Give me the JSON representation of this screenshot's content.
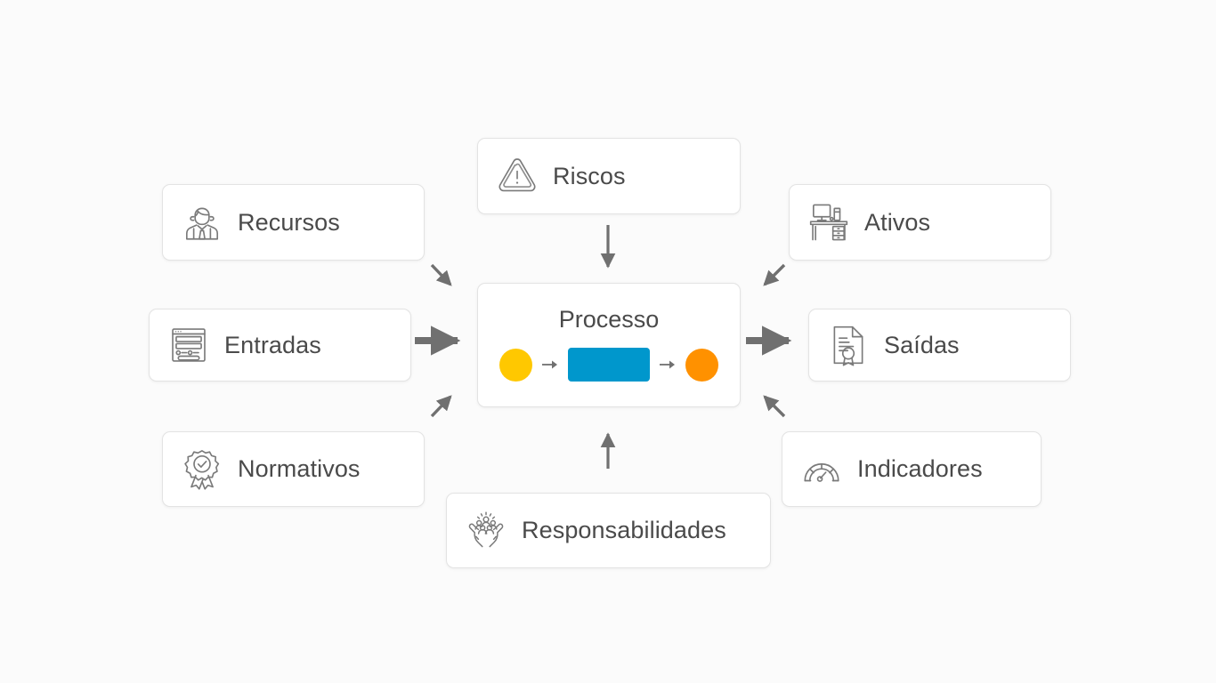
{
  "diagram": {
    "title": "Processo",
    "background_color": "#fbfbfb",
    "card_border_color": "#e3e3e3",
    "label_color": "#4a4a4a",
    "icon_color": "#7a7a7a",
    "arrow_color": "#707070"
  },
  "process": {
    "title": "Processo",
    "flow": {
      "start_color": "#ffc800",
      "task_color": "#0097cc",
      "end_color": "#ff9100"
    }
  },
  "cards": [
    {
      "id": "recursos",
      "label": "Recursos",
      "icon": "businessman-icon"
    },
    {
      "id": "entradas",
      "label": "Entradas",
      "icon": "form-window-icon"
    },
    {
      "id": "normativos",
      "label": "Normativos",
      "icon": "award-ribbon-check-icon"
    },
    {
      "id": "riscos",
      "label": "Riscos",
      "icon": "warning-triangle-icon"
    },
    {
      "id": "responsabilidades",
      "label": "Responsabilidades",
      "icon": "hands-holding-people-icon"
    },
    {
      "id": "ativos",
      "label": "Ativos",
      "icon": "desk-workstation-icon"
    },
    {
      "id": "saidas",
      "label": "Saídas",
      "icon": "certificate-document-icon"
    },
    {
      "id": "indicadores",
      "label": "Indicadores",
      "icon": "gauge-speedometer-icon"
    }
  ]
}
